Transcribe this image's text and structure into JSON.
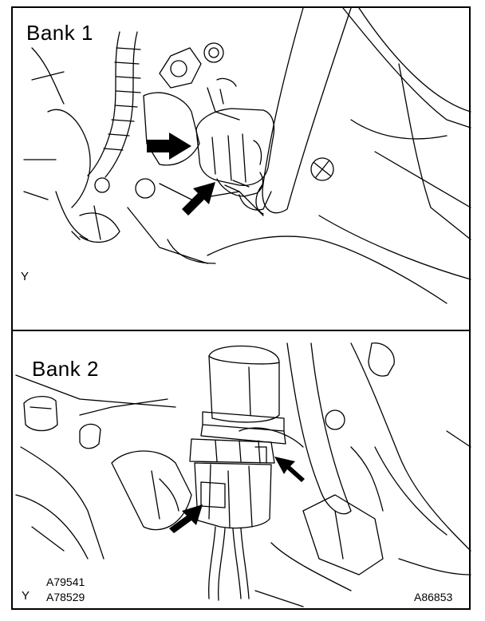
{
  "panels": [
    {
      "title": "Bank 1",
      "view_marker": "Y"
    },
    {
      "title": "Bank 2",
      "view_marker": "Y"
    }
  ],
  "ref_codes": [
    "A79541",
    "A78529"
  ],
  "figure_code": "A86853"
}
